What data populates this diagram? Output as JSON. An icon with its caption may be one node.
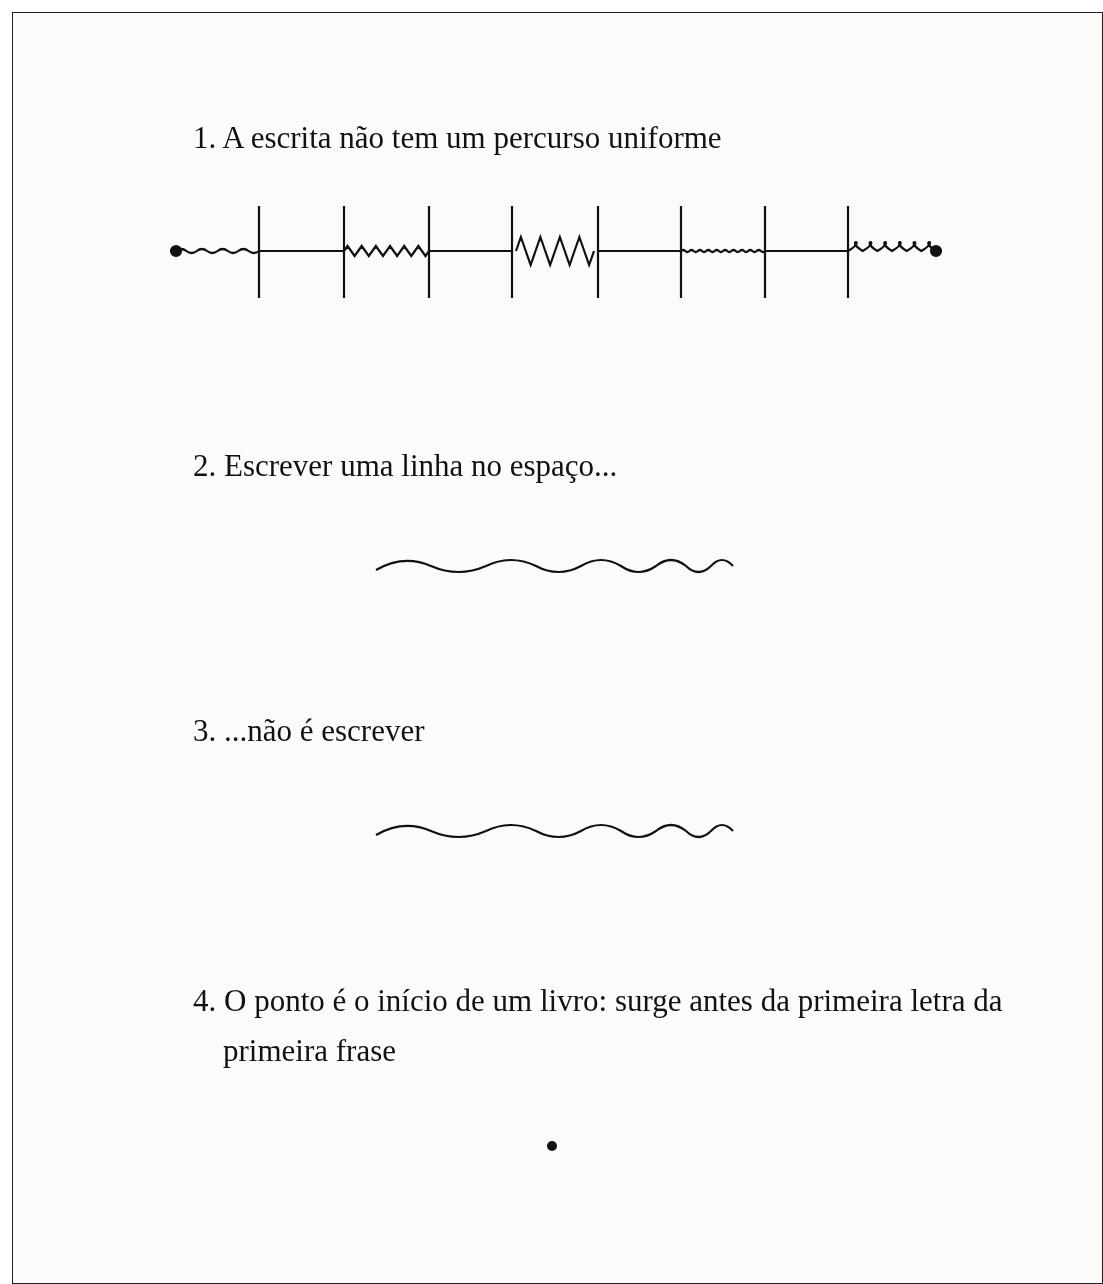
{
  "diagram": {
    "labels": [
      "1. A escrita não tem um percurso uniforme",
      "2. Escrever uma linha no espaço...",
      "3. ...não é escrever",
      "4. O ponto é o início de um livro: surge antes da primeira letra da primeira frase"
    ]
  }
}
